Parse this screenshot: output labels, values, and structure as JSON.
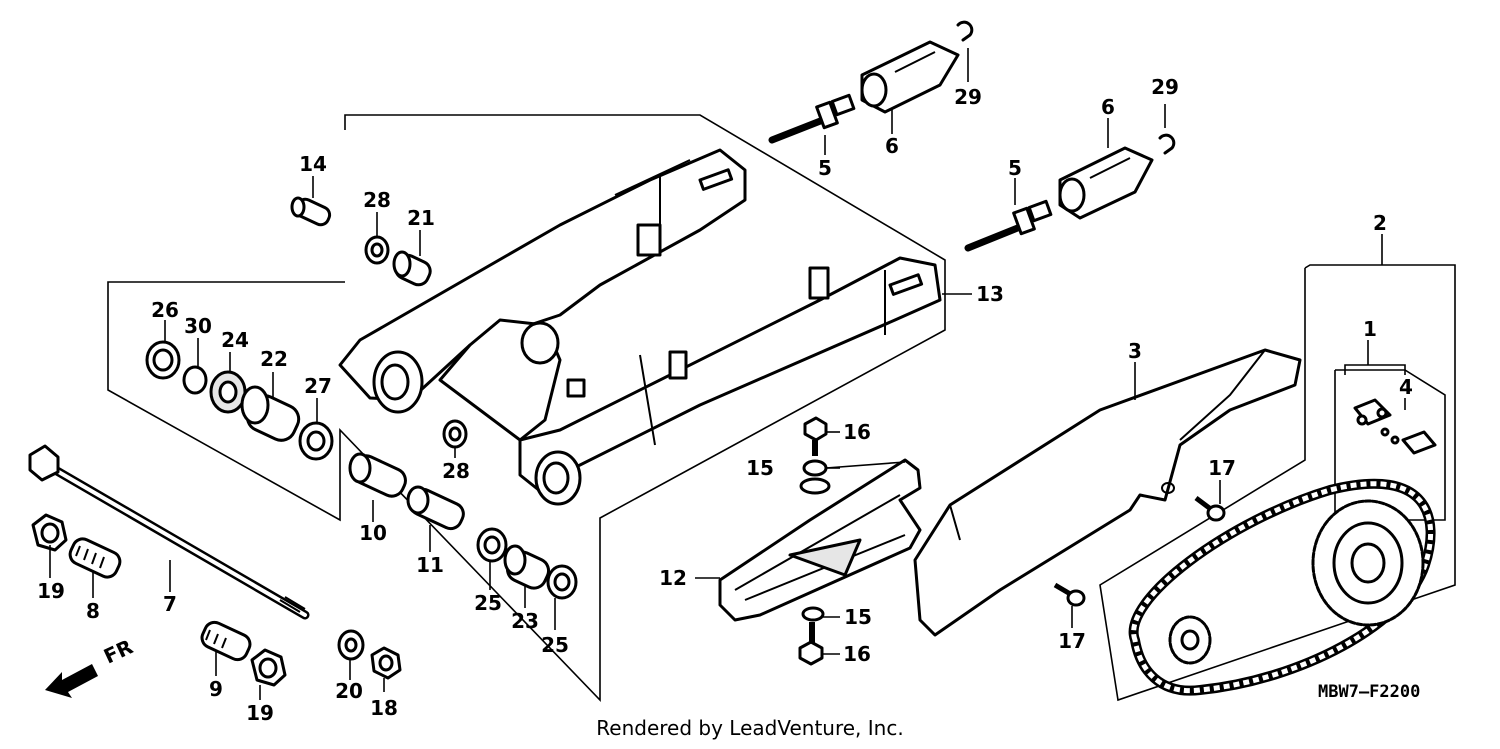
{
  "labels": {
    "p1": "1",
    "p2": "2",
    "p3": "3",
    "p4": "4",
    "p5a": "5",
    "p5b": "5",
    "p6a": "6",
    "p6b": "6",
    "p7": "7",
    "p8": "8",
    "p9": "9",
    "p10": "10",
    "p11": "11",
    "p12": "12",
    "p13": "13",
    "p14": "14",
    "p15a": "15",
    "p15b": "15",
    "p16a": "16",
    "p16b": "16",
    "p17a": "17",
    "p17b": "17",
    "p18": "18",
    "p19a": "19",
    "p19b": "19",
    "p20": "20",
    "p21": "21",
    "p22": "22",
    "p23": "23",
    "p24": "24",
    "p25a": "25",
    "p25b": "25",
    "p26": "26",
    "p27": "27",
    "p28a": "28",
    "p28b": "28",
    "p29a": "29",
    "p29b": "29",
    "p30": "30"
  },
  "front_arrow": "FR",
  "diagram_code": "MBW7—F2200",
  "footer": "Rendered by LeadVenture, Inc."
}
